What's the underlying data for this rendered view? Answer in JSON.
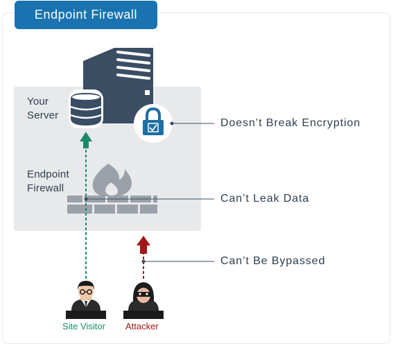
{
  "title": "Endpoint Firewall",
  "server_label_line1": "Your",
  "server_label_line2": "Server",
  "firewall_label_line1": "Endpoint",
  "firewall_label_line2": "Firewall",
  "callouts": {
    "encryption": "Doesn’t Break Encryption",
    "leak": "Can’t Leak Data",
    "bypass": "Can’t Be Bypassed"
  },
  "actors": {
    "visitor": "Site Visitor",
    "attacker": "Attacker"
  },
  "icons": [
    "server-tower-icon",
    "database-icon",
    "lock-icon",
    "flame-icon",
    "brick-wall-icon",
    "visitor-avatar-icon",
    "attacker-avatar-icon"
  ],
  "colors": {
    "title_bg": "#1a73b0",
    "visitor_green": "#1a8a6a",
    "attacker_red": "#a01818",
    "server_dark": "#3a4d63",
    "callout_text": "#2d3e4f"
  }
}
